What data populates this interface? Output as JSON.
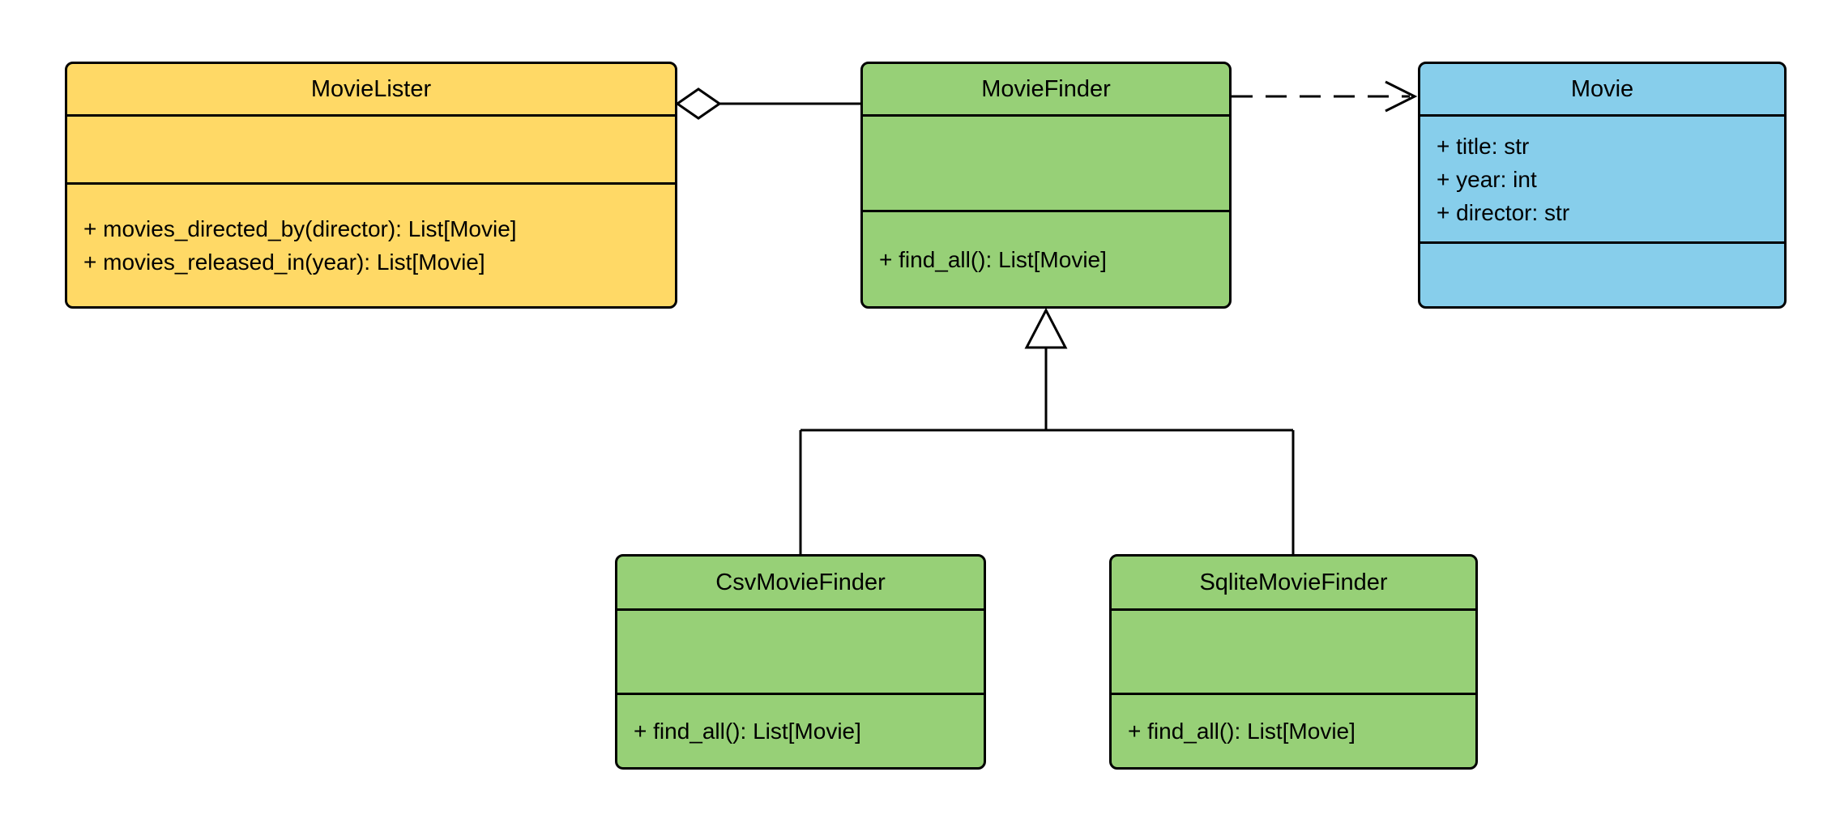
{
  "diagram": {
    "type": "uml-class-diagram",
    "colors": {
      "movieLister": "#FFD966",
      "movieFinder": "#97D077",
      "movie": "#87CEEB",
      "csvMovieFinder": "#97D077",
      "sqliteMovieFinder": "#97D077",
      "line": "#000000",
      "background": "#FFFFFF"
    },
    "classes": {
      "movieLister": {
        "title": "MovieLister",
        "attributes": [],
        "methods": [
          "+ movies_directed_by(director): List[Movie]",
          "+ movies_released_in(year): List[Movie]"
        ]
      },
      "movieFinder": {
        "title": "MovieFinder",
        "attributes": [],
        "methods": [
          "+ find_all(): List[Movie]"
        ]
      },
      "movie": {
        "title": "Movie",
        "attributes": [
          "+ title: str",
          "+ year: int",
          "+ director: str"
        ],
        "methods": []
      },
      "csvMovieFinder": {
        "title": "CsvMovieFinder",
        "attributes": [],
        "methods": [
          "+ find_all(): List[Movie]"
        ]
      },
      "sqliteMovieFinder": {
        "title": "SqliteMovieFinder",
        "attributes": [],
        "methods": [
          "+ find_all(): List[Movie]"
        ]
      }
    },
    "edges": [
      {
        "from": "MovieLister",
        "to": "MovieFinder",
        "type": "aggregation"
      },
      {
        "from": "MovieFinder",
        "to": "Movie",
        "type": "dependency"
      },
      {
        "from": "CsvMovieFinder",
        "to": "MovieFinder",
        "type": "inheritance"
      },
      {
        "from": "SqliteMovieFinder",
        "to": "MovieFinder",
        "type": "inheritance"
      }
    ]
  }
}
